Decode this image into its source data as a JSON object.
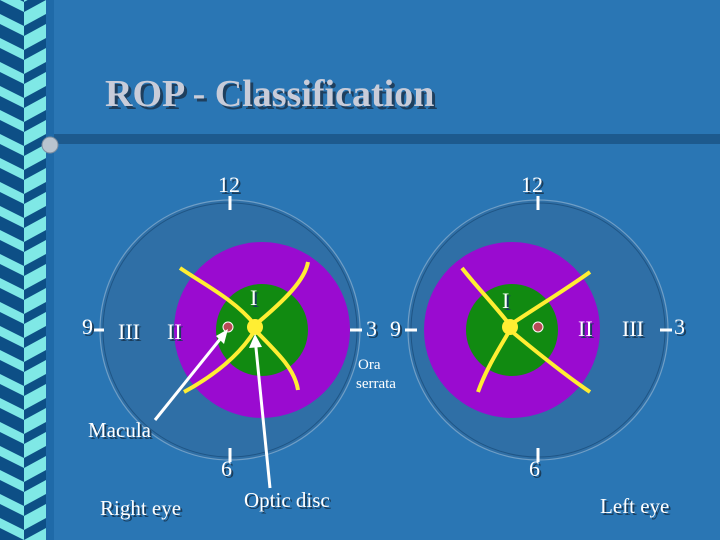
{
  "slide": {
    "title": "ROP - Classification",
    "colors": {
      "background": "#2a76b4",
      "sidebar_cyan": "#7fe8e6",
      "sidebar_dark": "#0d4f86",
      "rule": "#1d5a8e",
      "zone_III": "#2f6fa6",
      "zone_II": "#9a0bd0",
      "zone_I": "#118a11",
      "vessel": "#ffee33",
      "macula": "#b84b57",
      "annotation_line": "#ffffff"
    }
  },
  "right_eye": {
    "label": "Right eye",
    "clock_12": "12",
    "clock_6": "6",
    "clock_9": "9",
    "clock_3": "3",
    "zone_I": "I",
    "zone_II": "II",
    "zone_III": "III"
  },
  "left_eye": {
    "label": "Left eye",
    "clock_12": "12",
    "clock_6": "6",
    "clock_9": "9",
    "clock_3": "3",
    "zone_I": "I",
    "zone_II": "II",
    "zone_III": "III"
  },
  "annotations": {
    "macula": "Macula",
    "optic_disc": "Optic disc",
    "ora_serrata_line1": "Ora",
    "ora_serrata_line2": "serrata"
  }
}
